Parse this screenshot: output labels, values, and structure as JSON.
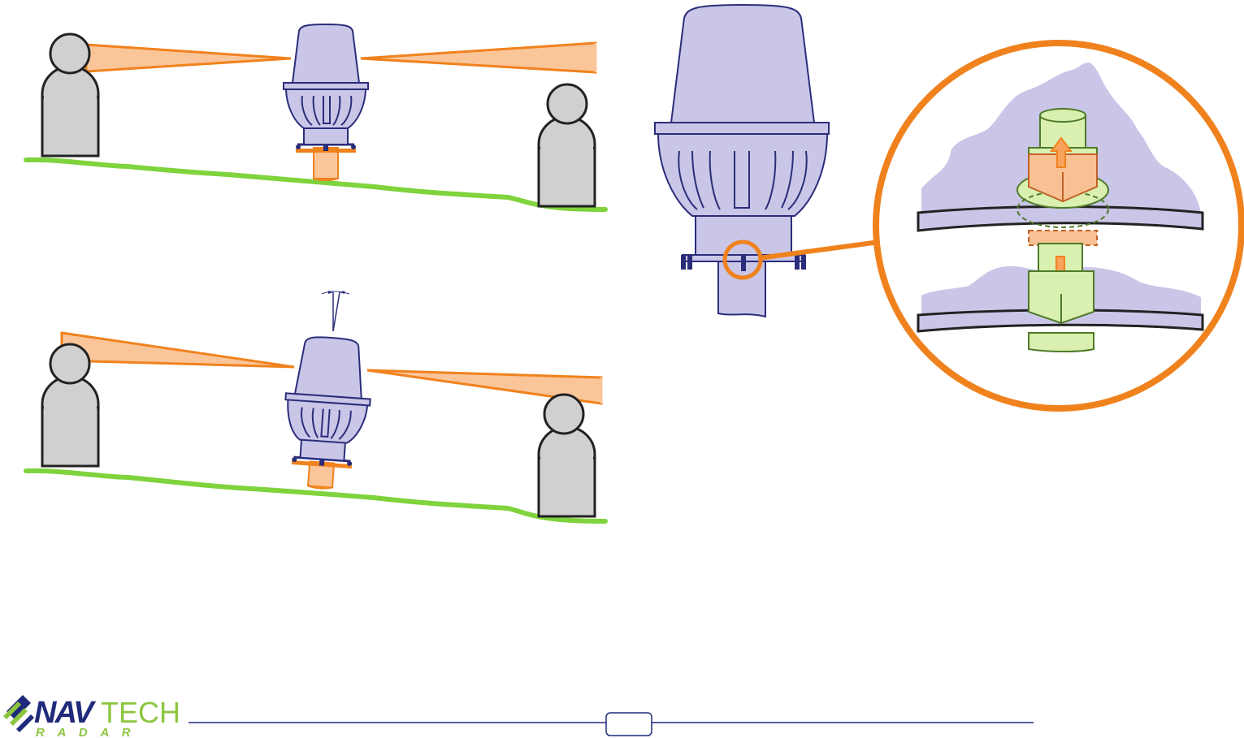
{
  "logo": {
    "brand_bold": "NAV",
    "brand_light": "TECH",
    "subtitle": "R A D A R"
  },
  "page_number": "",
  "colors": {
    "radar_body": "#c9c6e8",
    "radar_outline": "#2b2d7a",
    "beam_fill": "#fbc59a",
    "beam_stroke": "#f0821e",
    "ground": "#7fd33c",
    "person_fill": "#d0d0d0",
    "person_stroke": "#222222",
    "bolt_green": "#d9f0b0",
    "bolt_outline": "#4f7a2a",
    "nut_orange": "#f8c193",
    "callout_ring": "#f0821e",
    "footer_line": "#1f2a7a",
    "logo_blue": "#1f2a7a",
    "logo_green": "#8cc63f"
  },
  "icons": {
    "up_arrow": "arrow-up-icon",
    "down_arrow": "arrow-down-icon"
  }
}
